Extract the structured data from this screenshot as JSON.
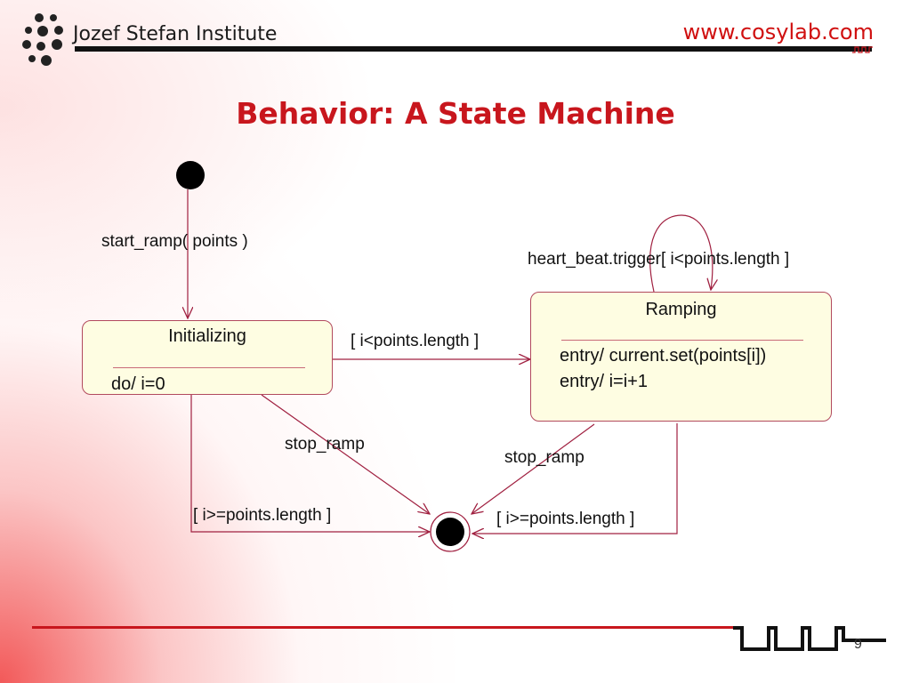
{
  "header": {
    "institute": "Jozef Stefan Institute",
    "website": "www.cosylab.com"
  },
  "slide": {
    "title": "Behavior: A State Machine",
    "page_number": "9"
  },
  "diagram": {
    "states": {
      "initializing": {
        "name": "Initializing",
        "actions": [
          "do/ i=0"
        ]
      },
      "ramping": {
        "name": "Ramping",
        "actions": [
          "entry/ current.set(points[i])",
          "entry/ i=i+1"
        ]
      }
    },
    "transitions": {
      "initial_to_initializing": "start_ramp( points )",
      "initializing_to_ramping": "[ i<points.length ]",
      "ramping_self": "heart_beat.trigger[ i<points.length ]",
      "initializing_stop": "stop_ramp",
      "initializing_done": "[ i>=points.length ]",
      "ramping_stop": "stop_ramp",
      "ramping_done": "[ i>=points.length ]"
    },
    "colors": {
      "line": "#a02040",
      "state_fill": "#fefde2",
      "title": "#c8161d"
    }
  }
}
